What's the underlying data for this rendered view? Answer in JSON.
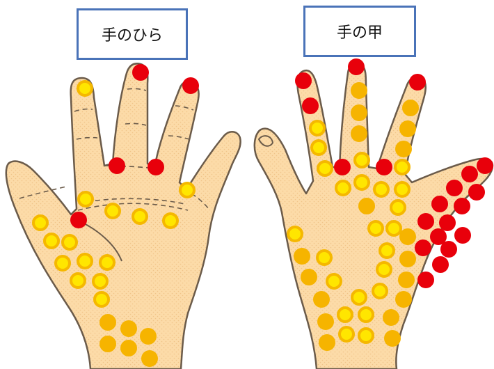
{
  "labels": {
    "palm": "手のひら",
    "back": "手の甲"
  },
  "colors": {
    "skin": "#fcdba8",
    "skin_dots": "#f3c68a",
    "outline": "#6b5b4a",
    "red_spot": "#e8000b",
    "yellow_spot_fill": "#ffe600",
    "yellow_spot_ring": "#f5b800",
    "orange_spot": "#f6b400",
    "box_border": "#4a73b8"
  },
  "legend_spot_types": [
    "red-spot",
    "yellow-ring-spot",
    "orange-spot"
  ]
}
